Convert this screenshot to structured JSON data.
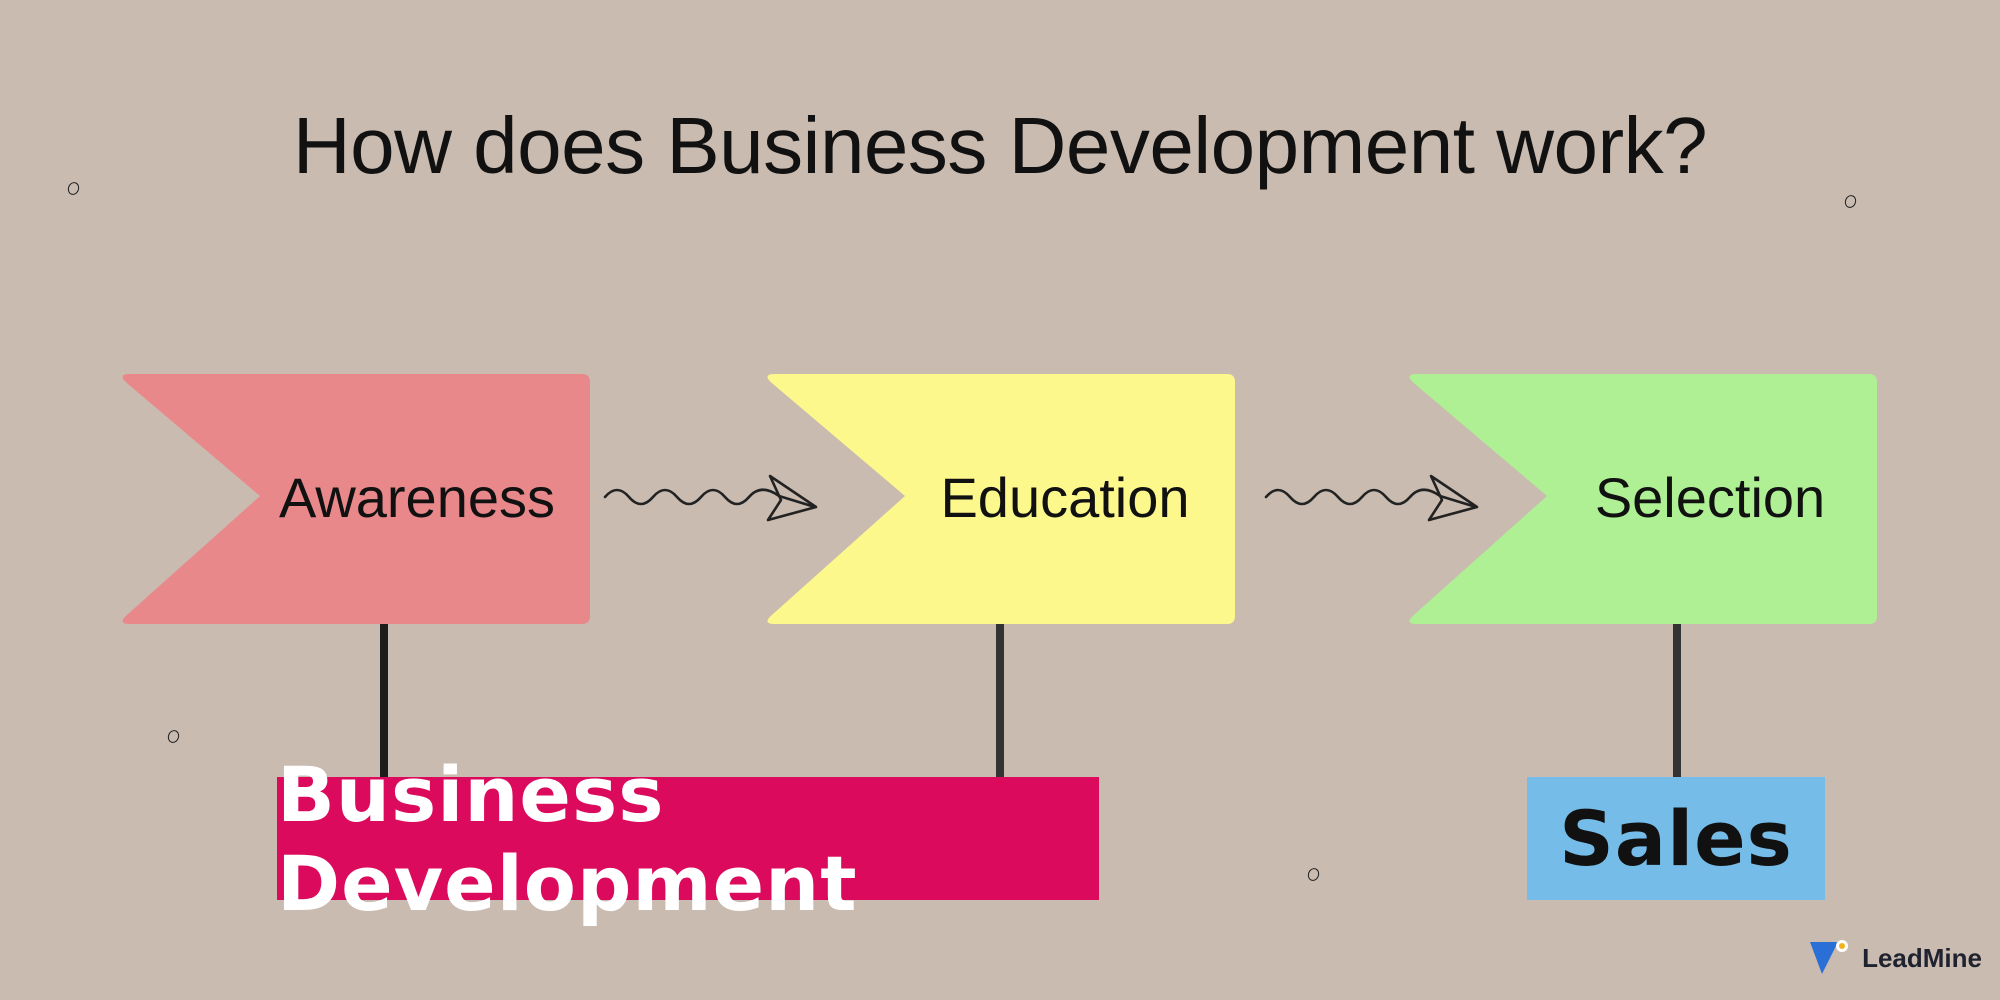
{
  "title": "How does Business Development work?",
  "stages": [
    {
      "label": "Awareness",
      "color": "#e8888a"
    },
    {
      "label": "Education",
      "color": "#fdf88c"
    },
    {
      "label": "Selection",
      "color": "#aef093"
    }
  ],
  "groups": {
    "business_development": {
      "label": "Business Development",
      "color": "#dc0a5c"
    },
    "sales": {
      "label": "Sales",
      "color": "#75bde8"
    }
  },
  "brand": {
    "name": "LeadMine"
  }
}
